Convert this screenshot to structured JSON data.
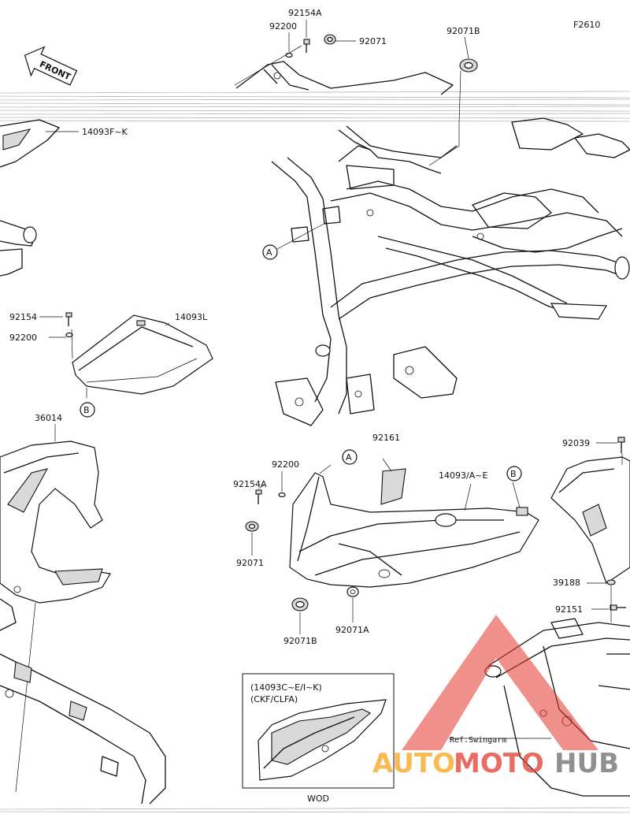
{
  "figure_code": "F2610",
  "front_label": "FRONT",
  "part_labels": {
    "p92154A_top": "92154A",
    "p92200_top": "92200",
    "p92071_top": "92071",
    "p92071B_top": "92071B",
    "p14093FK": "14093F~K",
    "p92154_left": "92154",
    "p92200_left": "92200",
    "p14093L": "14093L",
    "p36014": "36014",
    "p92161": "92161",
    "p92200_mid": "92200",
    "p92154A_mid": "92154A",
    "p14093AE": "14093/A~E",
    "p92071_mid": "92071",
    "p92071B_mid": "92071B",
    "p92071A_mid": "92071A",
    "p92039": "92039",
    "p39188": "39188",
    "p92151": "92151"
  },
  "callouts": {
    "A1": "A",
    "B1": "B",
    "A2": "A",
    "B2": "B"
  },
  "inset": {
    "line1": "(14093C~E/I~K)",
    "line2": "(CKF/CLFA)",
    "caption": "WOD"
  },
  "ref_note": "Ref.Swingarm",
  "watermark": {
    "auto": "AUTO",
    "moto": "MOTO",
    "hub": "HUB"
  },
  "colors": {
    "line": "#111111",
    "watermark_red": "#e23b2e",
    "watermark_orange": "#f6a51c",
    "watermark_gray": "#6b6b6b"
  }
}
